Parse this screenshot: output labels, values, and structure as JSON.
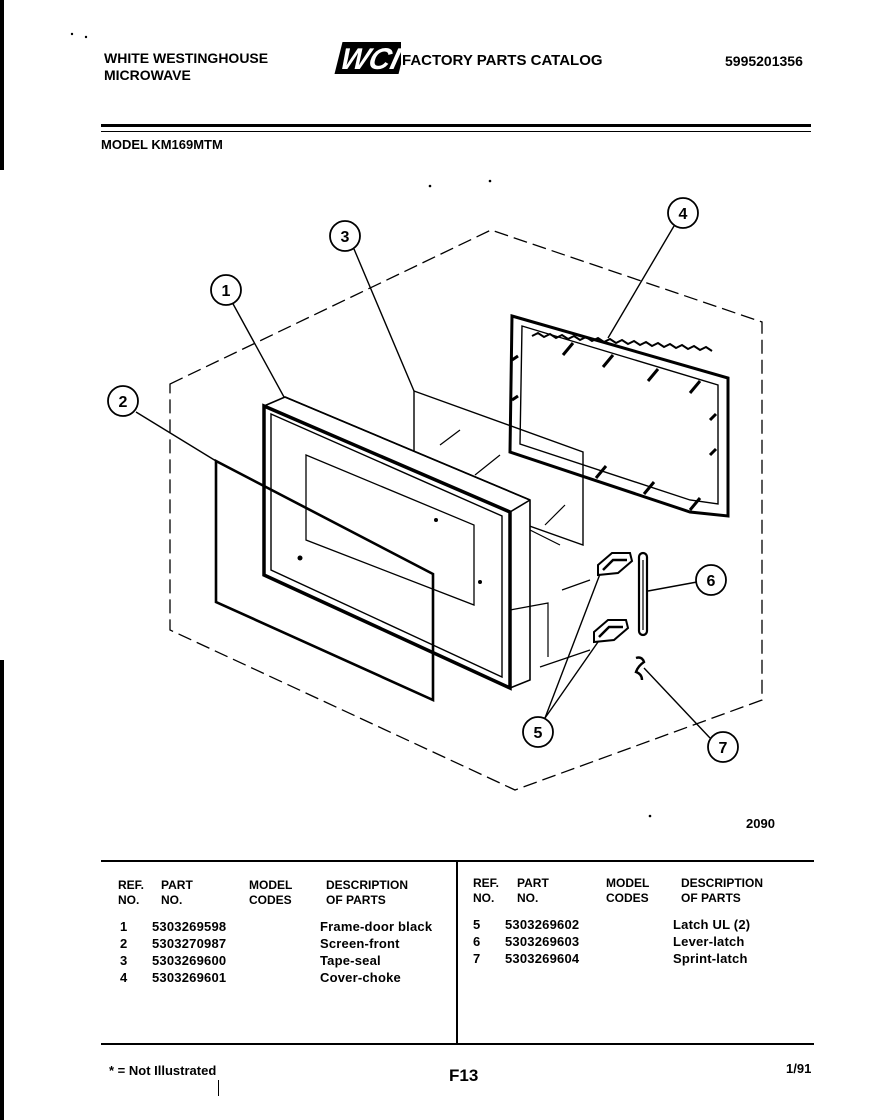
{
  "header": {
    "brand_line1": "WHITE WESTINGHOUSE",
    "brand_line2": "MICROWAVE",
    "logo_text": "WCI",
    "catalog_title": "FACTORY PARTS CATALOG",
    "catalog_number": "5995201356",
    "model": "MODEL KM169MTM"
  },
  "diagram": {
    "callouts": [
      "1",
      "2",
      "3",
      "4",
      "5",
      "6",
      "7"
    ],
    "figure_code": "2090"
  },
  "table": {
    "headers": {
      "ref_no": "REF.\nNO.",
      "part_no": "PART\nNO.",
      "model_codes": "MODEL\nCODES",
      "description": "DESCRIPTION\nOF PARTS"
    },
    "left_rows": [
      {
        "ref": "1",
        "part": "5303269598",
        "codes": "",
        "desc": "Frame-door black"
      },
      {
        "ref": "2",
        "part": "5303270987",
        "codes": "",
        "desc": "Screen-front"
      },
      {
        "ref": "3",
        "part": "5303269600",
        "codes": "",
        "desc": "Tape-seal"
      },
      {
        "ref": "4",
        "part": "5303269601",
        "codes": "",
        "desc": "Cover-choke"
      }
    ],
    "right_rows": [
      {
        "ref": "5",
        "part": "5303269602",
        "codes": "",
        "desc": "Latch UL (2)"
      },
      {
        "ref": "6",
        "part": "5303269603",
        "codes": "",
        "desc": "Lever-latch"
      },
      {
        "ref": "7",
        "part": "5303269604",
        "codes": "",
        "desc": "Sprint-latch"
      }
    ]
  },
  "footer": {
    "note": "* = Not Illustrated",
    "page": "F13",
    "date": "1/91"
  }
}
